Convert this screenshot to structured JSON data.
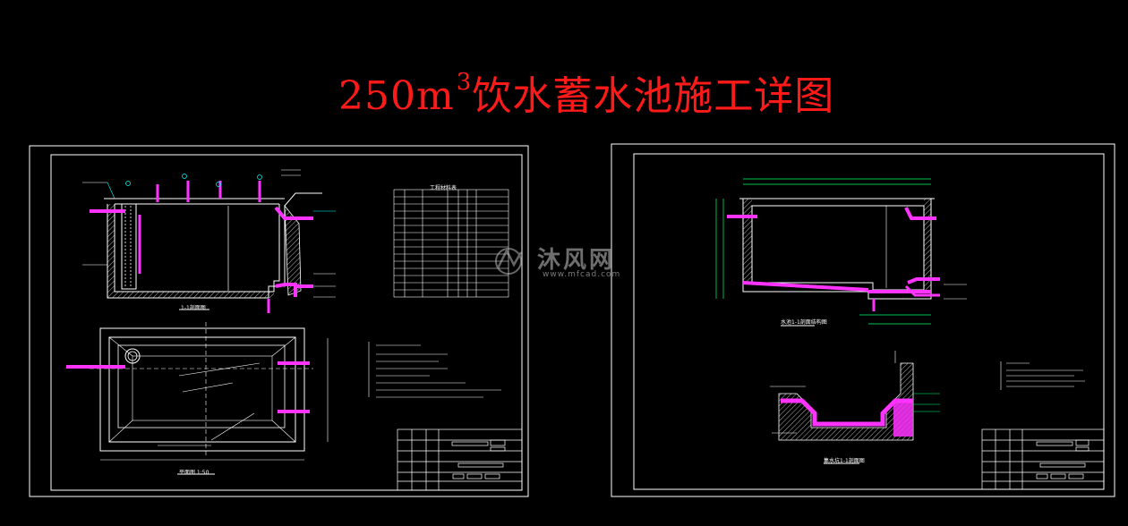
{
  "drawing": {
    "title_prefix": "250m",
    "title_sup": "3",
    "title_rest": "饮水蓄水池施工详图"
  },
  "left_sheet": {
    "section_label": "1-1剖面图",
    "plan_label": "平面图 1:50",
    "table_title": "工程材料表"
  },
  "right_sheet": {
    "section_label": "水池1-1剖面结构图",
    "detail_label": "集水坑1-1剖面图"
  },
  "watermark": {
    "brand": "沐风网",
    "url": "www.mfcad.com"
  },
  "colors": {
    "background": "#000000",
    "title": "#ff1a1a",
    "frame": "#ffffff",
    "pipe": "#ff33ff",
    "dimension": "#00ff66",
    "annotation": "#00ffff"
  }
}
